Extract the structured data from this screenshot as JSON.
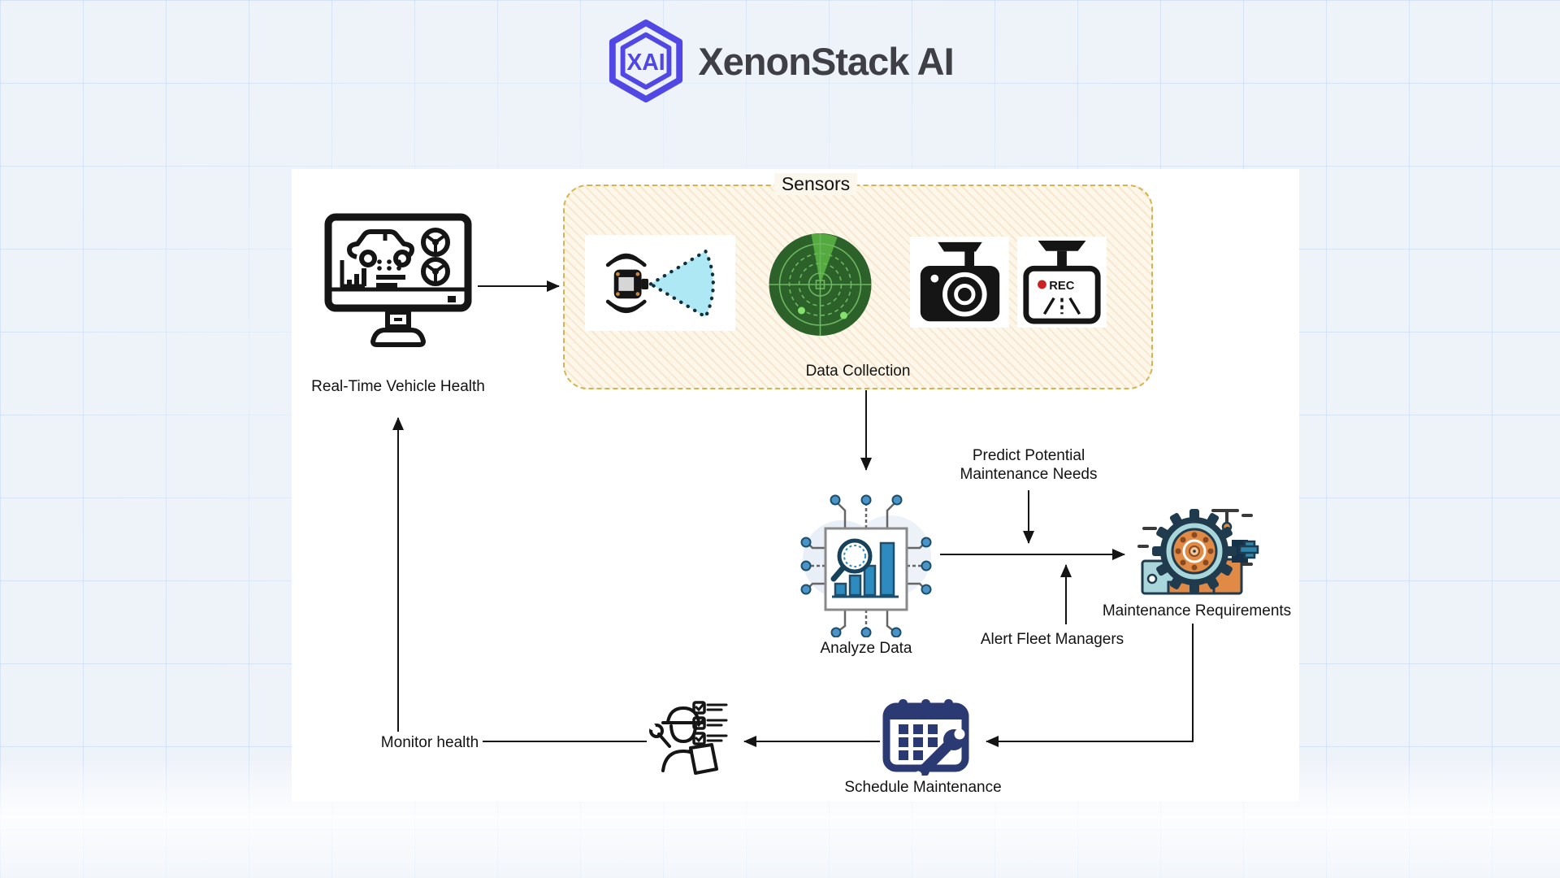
{
  "brand": {
    "name": "XenonStack AI",
    "monogram": "XAI",
    "color": "#5147e5",
    "text_color": "#3e4045"
  },
  "diagram": {
    "vehicle_health": {
      "label": "Real-Time Vehicle Health"
    },
    "sensors_group": {
      "title": "Sensors",
      "caption": "Data Collection",
      "border_color": "#d4b44f",
      "icons": [
        {
          "name": "proximity-sensor-icon"
        },
        {
          "name": "radar-icon"
        },
        {
          "name": "camera-icon"
        },
        {
          "name": "dashcam-icon",
          "badge": "REC"
        }
      ]
    },
    "analyze": {
      "label": "Analyze Data"
    },
    "predict": {
      "line1": "Predict Potential",
      "line2": "Maintenance Needs"
    },
    "maintenance_requirements": {
      "label": "Maintenance Requirements"
    },
    "alert": {
      "label": "Alert Fleet Managers"
    },
    "schedule": {
      "label": "Schedule Maintenance"
    },
    "monitor_health": {
      "label": "Monitor health"
    }
  },
  "colors": {
    "arrow": "#141414",
    "radar_green": "#2c622a",
    "radar_sweep": "#54a93f",
    "cone_cyan": "#ade8f4",
    "bars_blue": "#2e8bc0",
    "calendar_navy": "#2c3a74",
    "gear_teal": "#a9d6da",
    "gear_orange": "#e08a45"
  }
}
